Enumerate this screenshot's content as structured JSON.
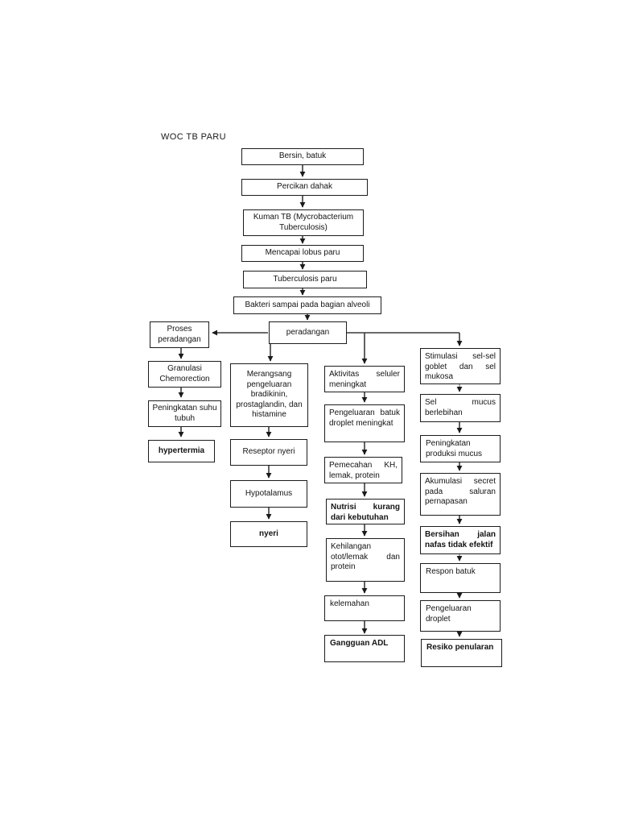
{
  "page": {
    "title": "WOC TB PARU"
  },
  "colors": {
    "background": "#ffffff",
    "box_border": "#1c1c1c",
    "text": "#141414",
    "arrow": "#3a3a3a",
    "arrow_light": "#9b9b9b"
  },
  "nodes": {
    "bersin_batuk": "Bersin, batuk",
    "percikan_dahak": "Percikan dahak",
    "kuman_tb": "Kuman TB (Mycrobacterium Tuberculosis)",
    "mencapai_lobus": "Mencapai lobus paru",
    "tuberculosis_paru": "Tuberculosis paru",
    "bakteri_alveoli": "Bakteri sampai pada bagian alveoli",
    "peradangan": "peradangan",
    "proses_peradangan": "Proses peradangan",
    "granulasi_chemorection": "Granulasi Chemorection",
    "peningkatan_suhu_tubuh": "Peningkatan suhu tubuh",
    "hypertermia": "hypertermia",
    "merangsang_pengeluaran": "Merangsang pengeluaran bradikinin, prostaglandin, dan histamine",
    "reseptor_nyeri": "Reseptor nyeri",
    "hypotalamus": "Hypotalamus",
    "nyeri": "nyeri",
    "aktivitas_seluler": "Aktivitas seluler meningkat",
    "pengeluaran_batuk_droplet": "Pengeluaran batuk droplet meningkat",
    "pemecahan_kh": "Pemecahan KH, lemak, protein",
    "nutrisi_kurang": "Nutrisi kurang dari kebutuhan",
    "kehilangan_otot": "Kehilangan otot/lemak dan protein",
    "kelemahan": "kelemahan",
    "gangguan_adl": "Gangguan ADL",
    "stimulasi_goblet": "Stimulasi sel-sel goblet dan sel mukosa",
    "sel_mucus_berlebihan": "Sel mucus berlebihan",
    "peningkatan_produksi_mucus": "Peningkatan produksi mucus",
    "akumulasi_secret": "Akumulasi secret pada saluran pernapasan",
    "bersihan_jalan_nafas": "Bersihan jalan nafas tidak efektif",
    "respon_batuk": "Respon batuk",
    "pengeluaran_droplet": "Pengeluaran droplet",
    "resiko_penularan": "Resiko penularan"
  }
}
